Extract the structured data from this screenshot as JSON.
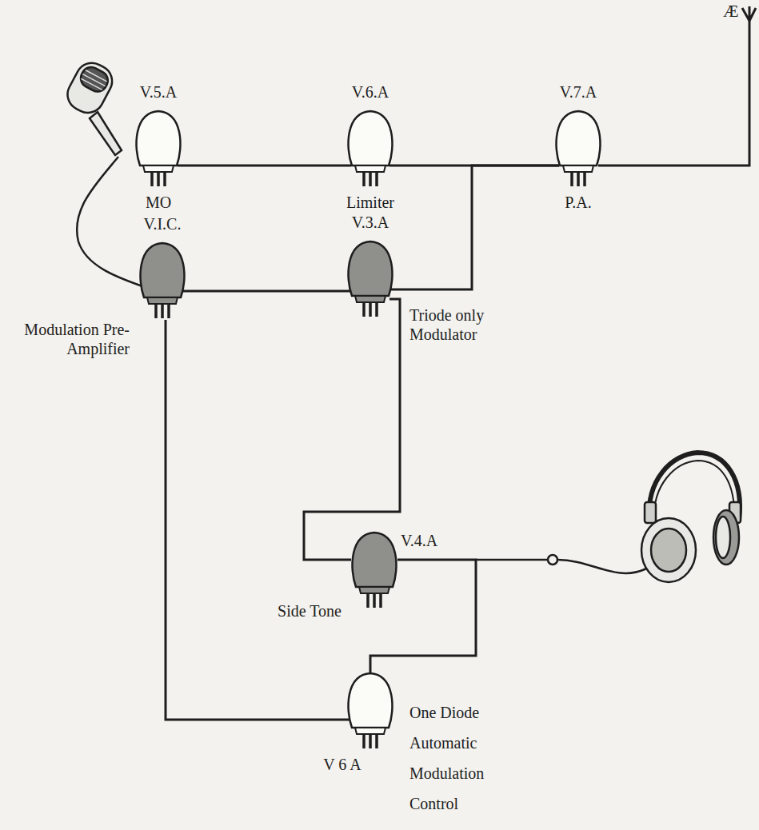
{
  "diagram": {
    "nodes": [
      {
        "text": [
          "V.5.A",
          "MO"
        ]
      },
      {
        "text": [
          "V.6.A",
          "Limiter"
        ]
      },
      {
        "text": [
          "V.7.A",
          "P.A."
        ]
      },
      {
        "text": [
          "V.I.C.",
          "Modulation Pre-Amplifier"
        ]
      },
      {
        "text": [
          "V.3.A",
          "Triode only Modulator"
        ]
      },
      {
        "text": [
          "V.4.A",
          "Side Tone"
        ]
      },
      {
        "text": [
          "V 6 A",
          "One Diode Automatic Modulation Control"
        ]
      }
    ],
    "edges": [
      {
        "from": 0,
        "to": 1,
        "arrow": "none"
      },
      {
        "from": 1,
        "to": 2,
        "arrow": "none"
      },
      {
        "from": 4,
        "to": 2,
        "arrow": "none"
      },
      {
        "from": 3,
        "to": 4,
        "arrow": "none"
      },
      {
        "from": 4,
        "to": 5,
        "arrow": "none"
      },
      {
        "from": 3,
        "to": 6,
        "arrow": "none"
      },
      {
        "from": 5,
        "to": 6,
        "arrow": "none"
      }
    ],
    "labels": [
      "Æ"
    ]
  }
}
